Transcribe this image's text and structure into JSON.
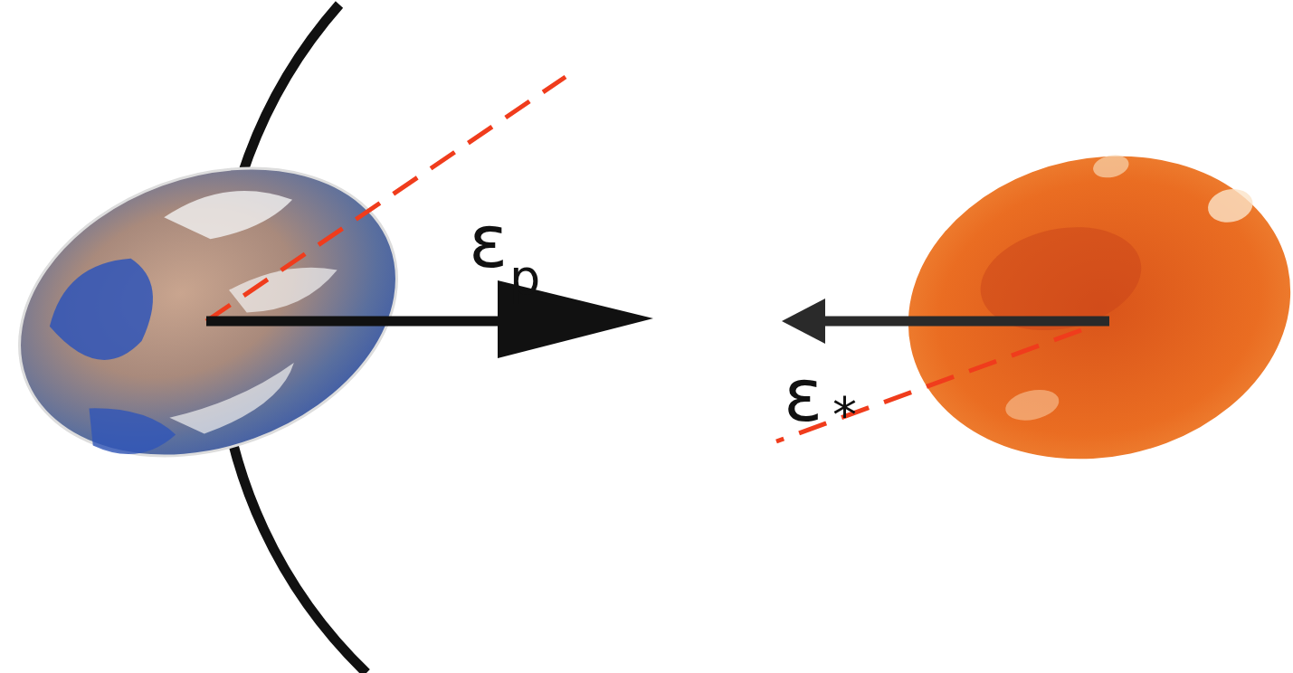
{
  "diagram": {
    "labels": [
      "ε",
      "p",
      "ε",
      "*"
    ]
  }
}
